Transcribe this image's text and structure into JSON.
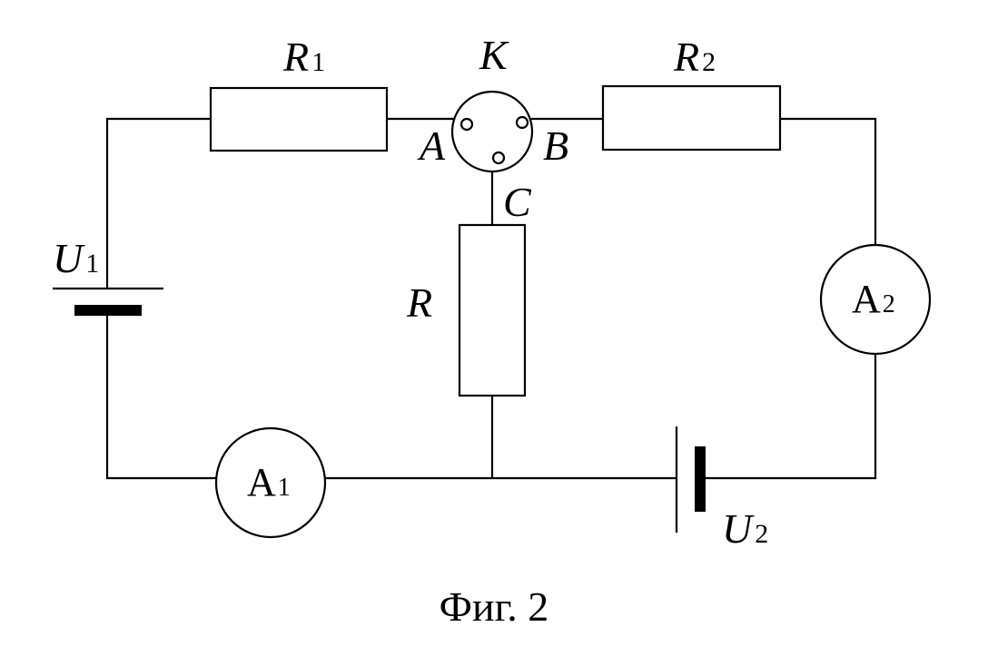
{
  "labels": {
    "r1": {
      "name": "R",
      "sub": "1"
    },
    "r2": {
      "name": "R",
      "sub": "2"
    },
    "r": "R",
    "switch": "K",
    "terminal_a": "A",
    "terminal_b": "B",
    "terminal_c": "C",
    "u1": {
      "name": "U",
      "sub": "1"
    },
    "u2": {
      "name": "U",
      "sub": "2"
    },
    "a1": {
      "name": "A",
      "sub": "1"
    },
    "a2": {
      "name": "A",
      "sub": "2"
    }
  },
  "caption": "Фиг. 2"
}
